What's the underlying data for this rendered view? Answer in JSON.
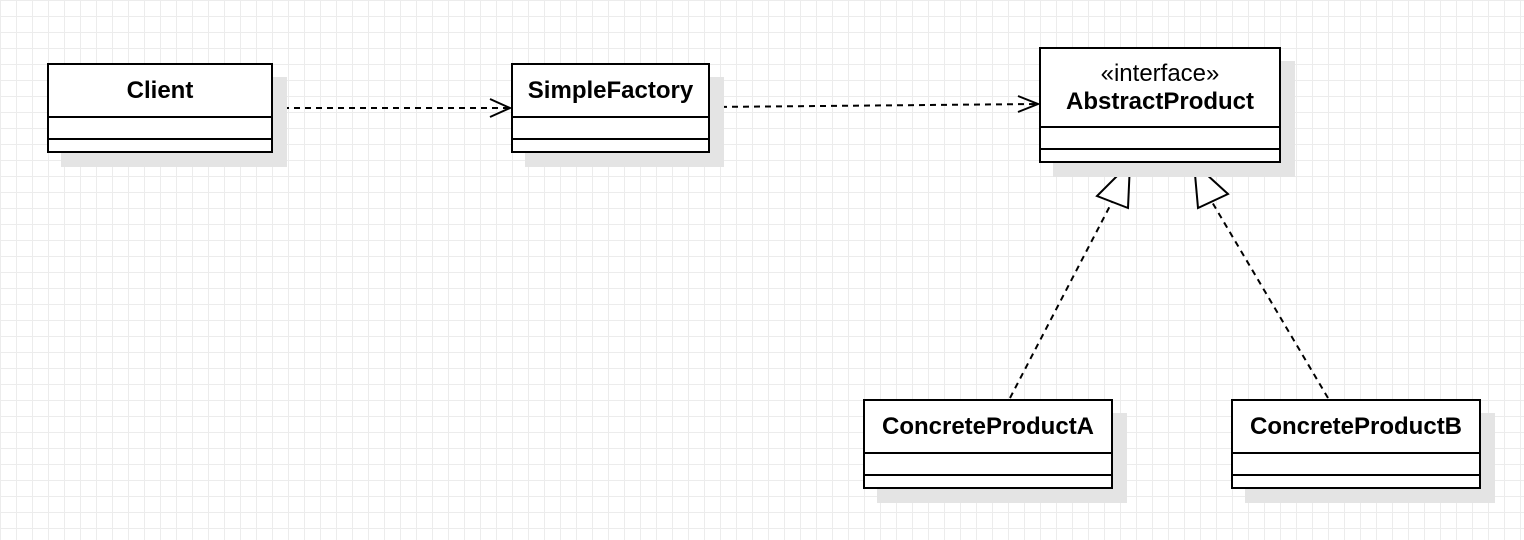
{
  "diagram": {
    "classes": [
      {
        "id": "client",
        "name": "Client",
        "stereotype": ""
      },
      {
        "id": "simple_factory",
        "name": "SimpleFactory",
        "stereotype": ""
      },
      {
        "id": "abstract_product",
        "name": "AbstractProduct",
        "stereotype": "«interface»"
      },
      {
        "id": "concrete_product_a",
        "name": "ConcreteProductA",
        "stereotype": ""
      },
      {
        "id": "concrete_product_b",
        "name": "ConcreteProductB",
        "stereotype": ""
      }
    ],
    "relations": [
      {
        "from": "client",
        "to": "simple_factory",
        "type": "dependency"
      },
      {
        "from": "simple_factory",
        "to": "abstract_product",
        "type": "dependency"
      },
      {
        "from": "concrete_product_a",
        "to": "abstract_product",
        "type": "realization"
      },
      {
        "from": "concrete_product_b",
        "to": "abstract_product",
        "type": "realization"
      }
    ]
  }
}
